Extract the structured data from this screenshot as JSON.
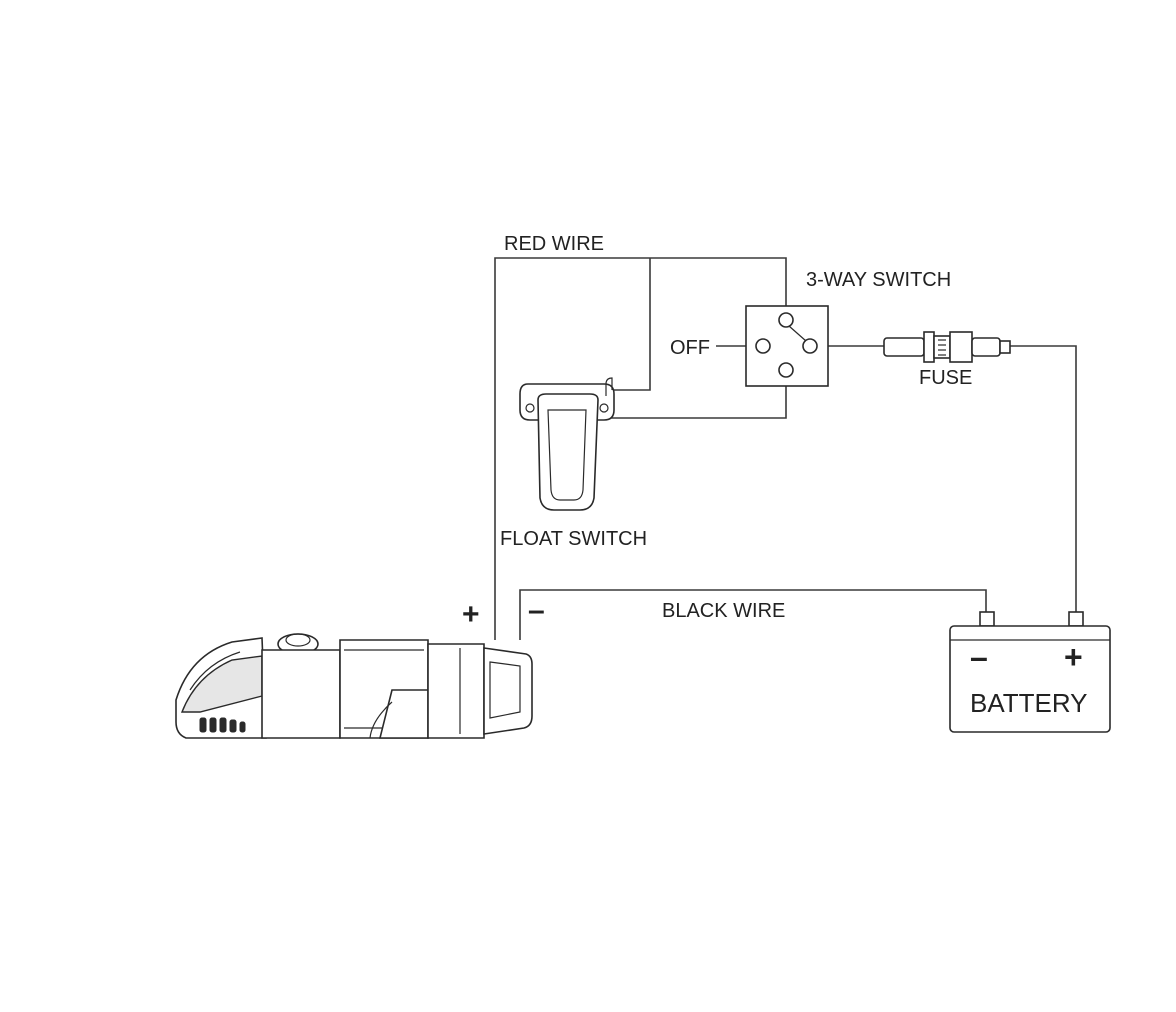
{
  "labels": {
    "red_wire": "RED WIRE",
    "three_way_switch": "3-WAY SWITCH",
    "off": "OFF",
    "fuse": "FUSE",
    "float_switch": "FLOAT SWITCH",
    "black_wire": "BLACK WIRE",
    "pump_plus": "+",
    "pump_minus": "–",
    "battery": "BATTERY",
    "battery_minus": "–",
    "battery_plus": "+"
  },
  "colors": {
    "line": "#2a2a2a",
    "background": "#ffffff"
  },
  "icons": [
    "bilge-pump-icon",
    "float-switch-icon",
    "three-way-switch-icon",
    "fuse-icon",
    "battery-icon"
  ]
}
